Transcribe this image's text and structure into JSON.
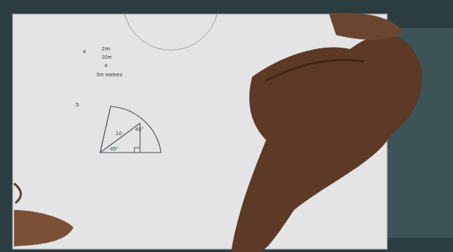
{
  "diagram": {
    "labels": [
      "4",
      "2πr",
      "20π",
      "4",
      "5π metres",
      "5",
      "10",
      "45°",
      "45°"
    ]
  }
}
